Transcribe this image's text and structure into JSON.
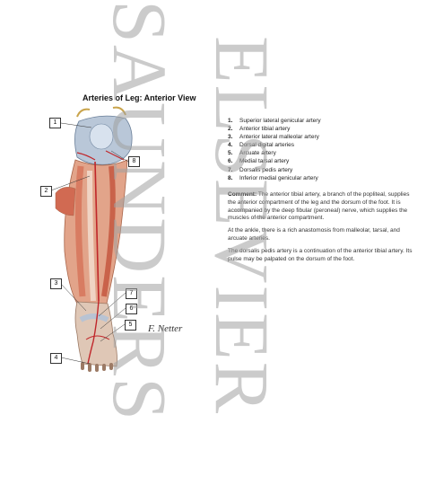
{
  "title": "Arteries of Leg: Anterior View",
  "legend": [
    {
      "num": "1.",
      "text": "Superior lateral genicular artery"
    },
    {
      "num": "2.",
      "text": "Anterior tibial artery"
    },
    {
      "num": "3.",
      "text": "Anterior lateral malleolar artery"
    },
    {
      "num": "4.",
      "text": "Dorsal digital arteries"
    },
    {
      "num": "5.",
      "text": "Arcuate artery"
    },
    {
      "num": "6.",
      "text": "Medial tarsal artery"
    },
    {
      "num": "7.",
      "text": "Dorsalis pedis artery"
    },
    {
      "num": "8.",
      "text": "Inferior medial genicular artery"
    }
  ],
  "callouts": [
    "1",
    "8",
    "2",
    "3",
    "7",
    "6",
    "5",
    "4"
  ],
  "comment": {
    "lead": "Comment:",
    "p1": "The anterior tibial artery, a branch of the popliteal, supplies the anterior compartment of the leg and the dorsum of the foot. It is accompanied by the deep fibular (peroneal) nerve, which supplies the muscles of the anterior compartment.",
    "p2": "At the ankle, there is a rich anastomosis from malleolar, tarsal, and arcuate arteries.",
    "p3": "The dorsalis pedis artery is a continuation of the anterior tibial artery. Its pulse may be palpated on the dorsum of the foot."
  },
  "signature": "F. Netter",
  "watermark": {
    "line1": "SAUNDERS",
    "line2": "ELSEVIER"
  }
}
